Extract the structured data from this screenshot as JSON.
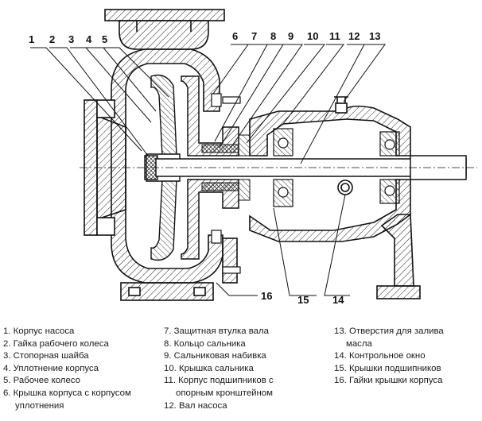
{
  "callouts": {
    "n1": "1",
    "n2": "2",
    "n3": "3",
    "n4": "4",
    "n5": "5",
    "n6": "6",
    "n7": "7",
    "n8": "8",
    "n9": "9",
    "n10": "10",
    "n11": "11",
    "n12": "12",
    "n13": "13",
    "n14": "14",
    "n15": "15",
    "n16": "16"
  },
  "legend": {
    "col1": [
      "1. Корпус насоса",
      "2. Гайка рабочего колеса",
      "3. Стопорная шайба",
      "4. Уплотнение корпуса",
      "5. Рабочее колесо",
      "6. Крышка корпуса с корпусом",
      "уплотнения"
    ],
    "col2": [
      "7. Защитная втулка вала",
      "8. Кольцо сальника",
      "9. Сальниковая набивка",
      "10. Крышка сальника",
      "11. Корпус подшипников с",
      "опорным кронштейном",
      "12. Вал насоса"
    ],
    "col3": [
      "13. Отверстия для залива",
      "масла",
      "14. Контрольное окно",
      "15. Крышки подшипников",
      "16. Гайки крышки корпуса"
    ]
  }
}
